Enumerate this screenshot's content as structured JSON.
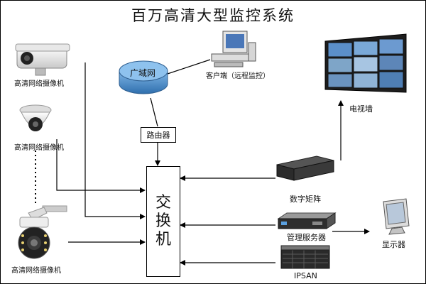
{
  "title": "百万高清大型监控系统",
  "cameras": [
    "高清网络摄像机",
    "高清网络摄像机",
    "高清网络摄像机"
  ],
  "wan": "广域网",
  "client": "客户端（远程监控）",
  "router": "路由器",
  "switch_chars": [
    "交",
    "换",
    "机"
  ],
  "tv_wall": "电视墙",
  "matrix": "数字矩阵",
  "mgmt_server": "管理服务器",
  "display": "显示器",
  "storage": "IPSAN",
  "colors": {
    "wan": "#4a8fc8",
    "screen": "#3a6fb0",
    "device": "#2b2b2b"
  }
}
